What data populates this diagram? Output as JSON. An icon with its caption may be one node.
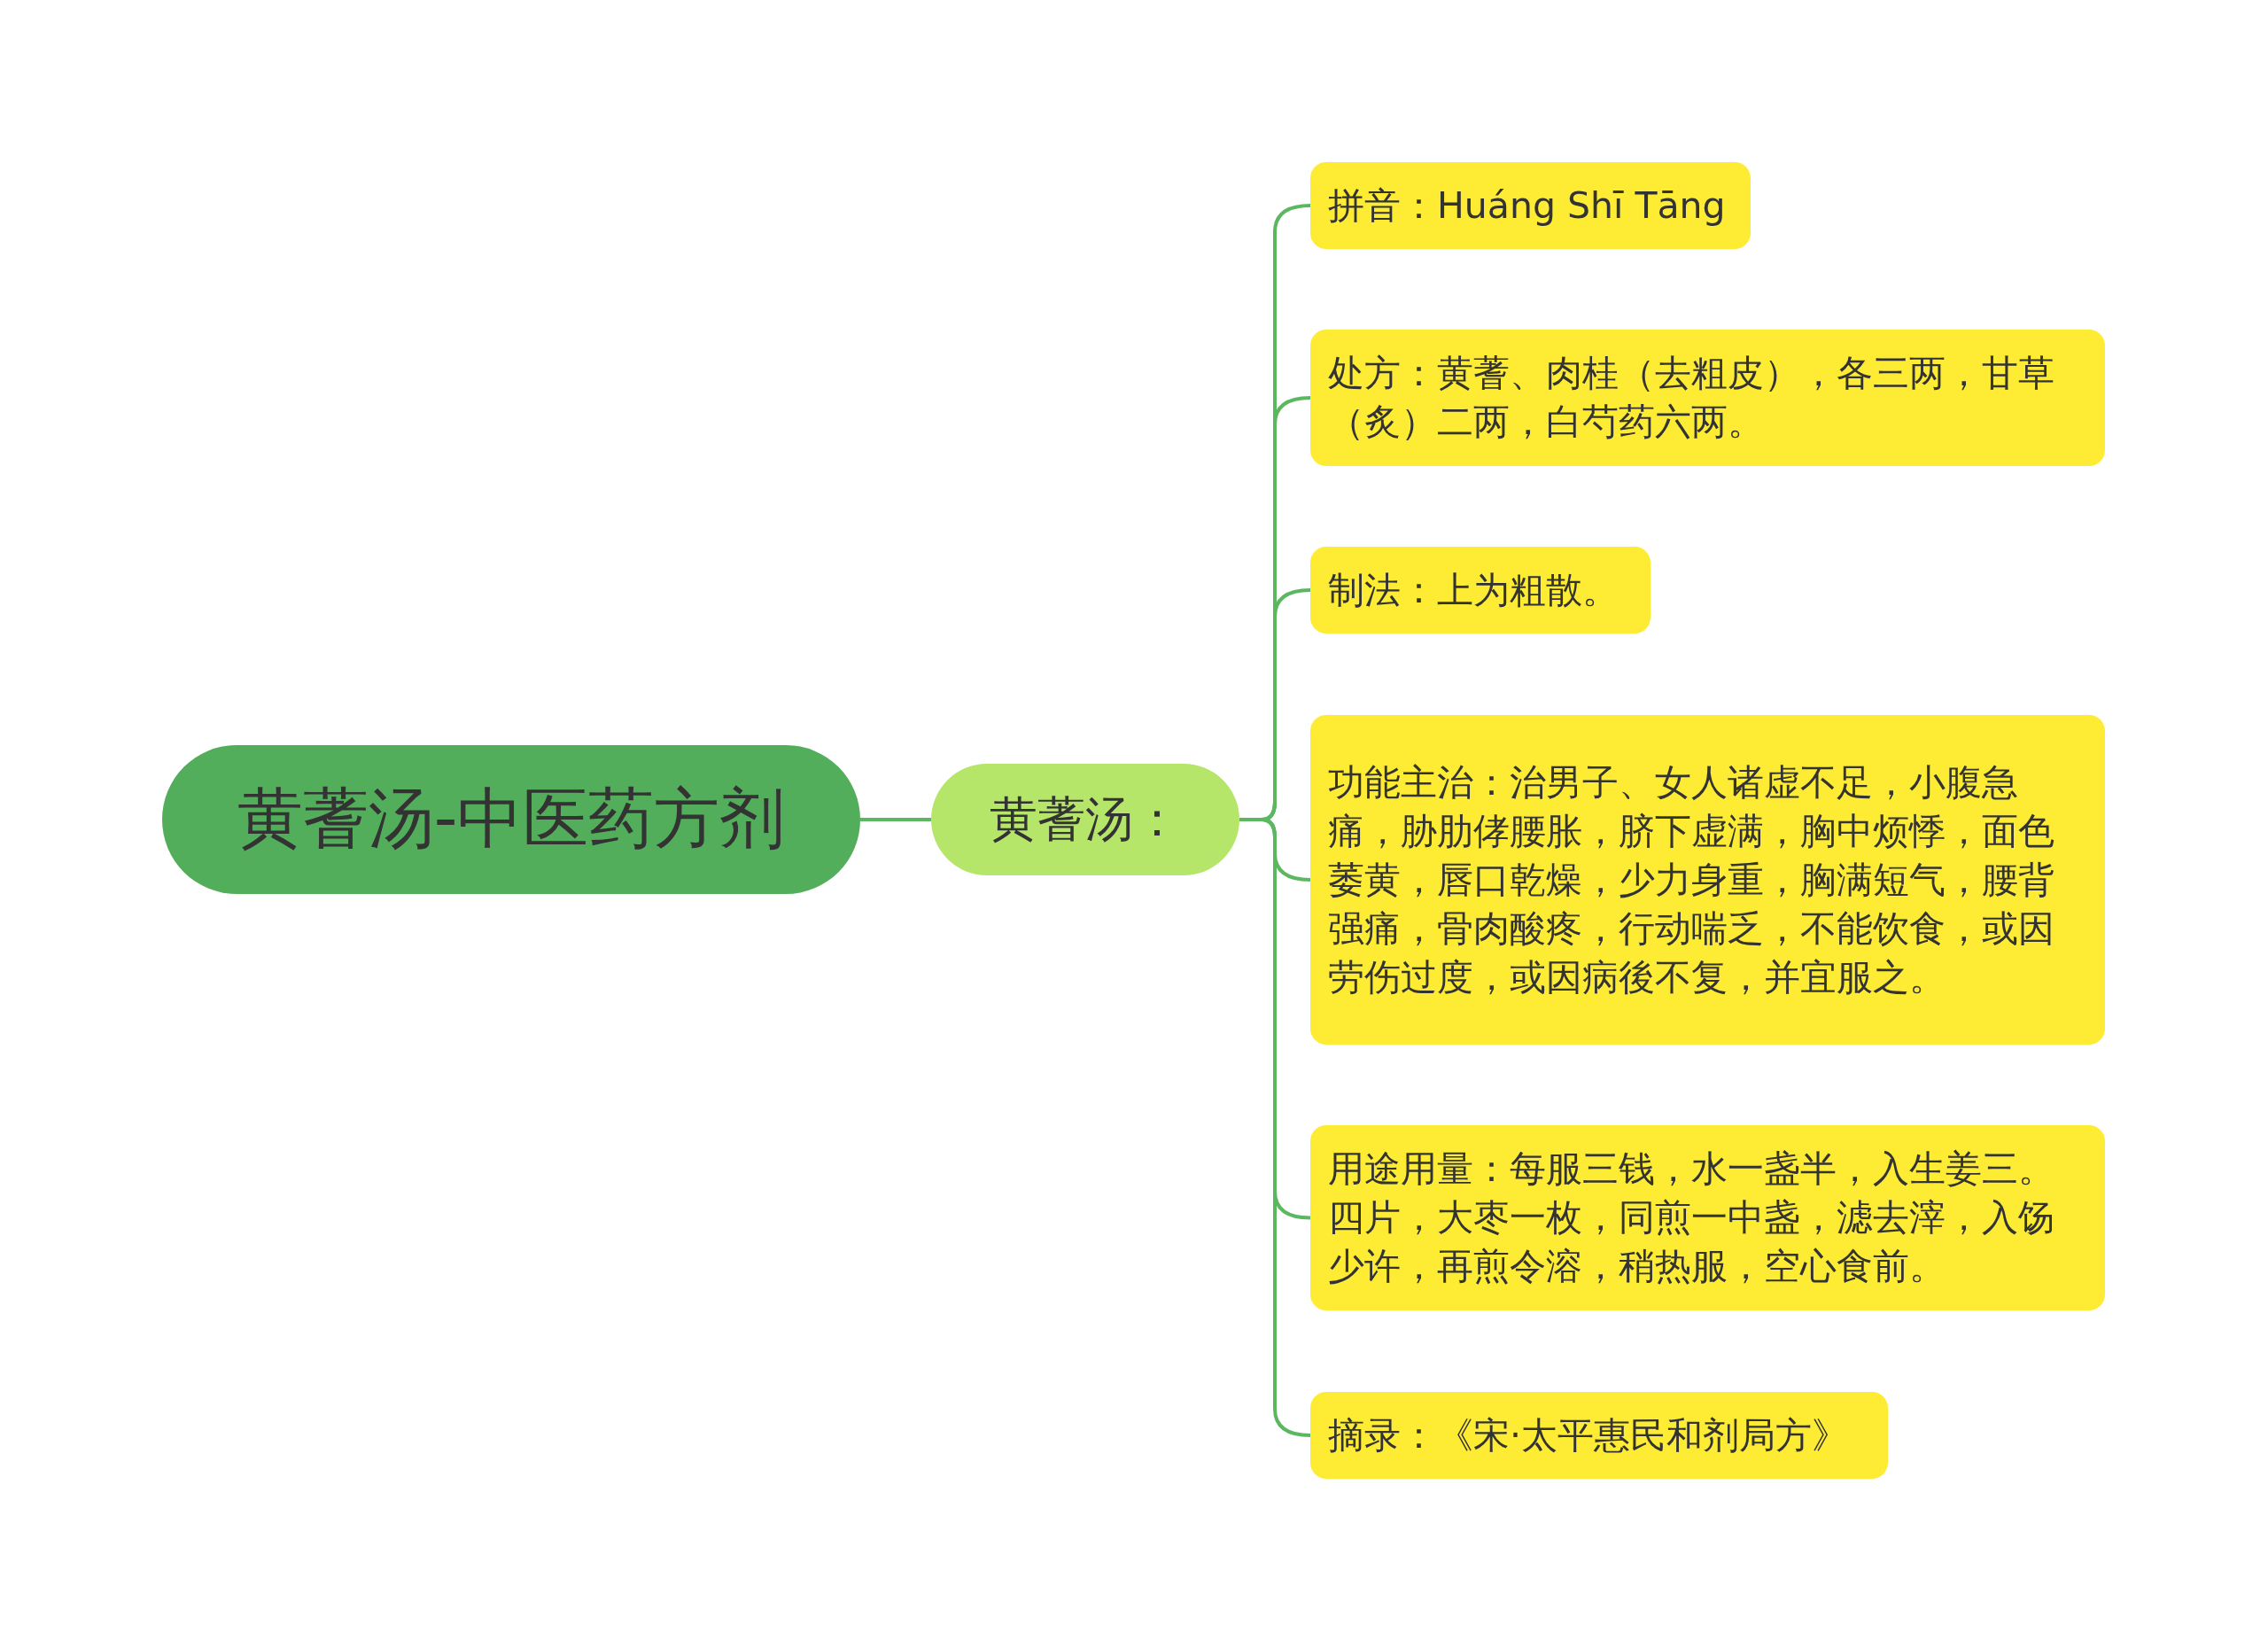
{
  "diagram": {
    "nodes": [
      {
        "text": [
          "黄蓍汤-中医药方剂"
        ]
      },
      {
        "text": [
          "黄蓍汤："
        ]
      },
      {
        "text": [
          "拼音：Huáng Shī Tāng"
        ]
      },
      {
        "text": [
          "处方：黄蓍、肉桂（去粗皮），各三两，甘草（炙）二两，白芍药六两。"
        ]
      },
      {
        "text": [
          "制法：上为粗散。"
        ]
      },
      {
        "text": [
          "功能主治：治男子、女人诸虚不足，小腹急痛，胁肋侾腰胀，脐下虚满，胸中烦悸，面色萎黄，唇口乾燥，少力身重，胸满短气，腰背强痛，骨肉酸疼，行动喘乏，不能饮食，或因劳伤过度，或因病後不复，并宜服之。"
        ]
      },
      {
        "text": [
          "用途用量：每服三钱，水一盏半，入生姜三。四片，大枣一枚，同煎一中盏，滤去滓，入饧少许，再煎令溶，稍热服，空心食前。"
        ]
      },
      {
        "text": [
          "摘录：《宋·太平惠民和剂局方》"
        ]
      }
    ],
    "edges": [
      {
        "from": 0,
        "to": 1,
        "arrow": "none"
      },
      {
        "from": 1,
        "to": 2,
        "arrow": "none"
      },
      {
        "from": 1,
        "to": 3,
        "arrow": "none"
      },
      {
        "from": 1,
        "to": 4,
        "arrow": "none"
      },
      {
        "from": 1,
        "to": 5,
        "arrow": "none"
      },
      {
        "from": 1,
        "to": 6,
        "arrow": "none"
      },
      {
        "from": 1,
        "to": 7,
        "arrow": "none"
      }
    ]
  }
}
